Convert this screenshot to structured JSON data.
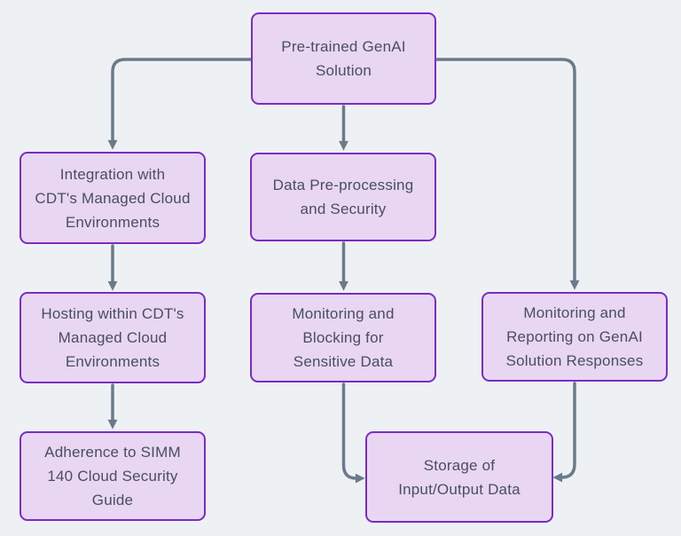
{
  "diagram": {
    "type": "flowchart",
    "palette": {
      "background": "#eef1f4",
      "node_fill": "#e8d6f3",
      "node_border": "#7c2bc4",
      "node_text": "#4a4f5c",
      "arrow": "#6b7a8a"
    }
  },
  "nodes": [
    {
      "id": "pretrained-genai-solution",
      "label": "Pre-trained GenAI\nSolution"
    },
    {
      "id": "integration-cdt-managed-cloud",
      "label": "Integration with\nCDT's Managed Cloud\nEnvironments"
    },
    {
      "id": "data-preprocessing-security",
      "label": "Data Pre-processing\nand Security"
    },
    {
      "id": "hosting-cdt-managed-cloud",
      "label": "Hosting within CDT's\nManaged Cloud\nEnvironments"
    },
    {
      "id": "monitoring-blocking-sensitive-data",
      "label": "Monitoring and\nBlocking for\nSensitive Data"
    },
    {
      "id": "monitoring-reporting-genai-responses",
      "label": "Monitoring and\nReporting on GenAI\nSolution Responses"
    },
    {
      "id": "adherence-simm-140",
      "label": "Adherence to SIMM\n140 Cloud Security\nGuide"
    },
    {
      "id": "storage-input-output-data",
      "label": "Storage of\nInput/Output Data"
    }
  ],
  "edges": [
    {
      "from": "pretrained-genai-solution",
      "to": "integration-cdt-managed-cloud"
    },
    {
      "from": "pretrained-genai-solution",
      "to": "data-preprocessing-security"
    },
    {
      "from": "pretrained-genai-solution",
      "to": "monitoring-reporting-genai-responses"
    },
    {
      "from": "integration-cdt-managed-cloud",
      "to": "hosting-cdt-managed-cloud"
    },
    {
      "from": "data-preprocessing-security",
      "to": "monitoring-blocking-sensitive-data"
    },
    {
      "from": "hosting-cdt-managed-cloud",
      "to": "adherence-simm-140"
    },
    {
      "from": "monitoring-blocking-sensitive-data",
      "to": "storage-input-output-data"
    },
    {
      "from": "monitoring-reporting-genai-responses",
      "to": "storage-input-output-data"
    }
  ]
}
